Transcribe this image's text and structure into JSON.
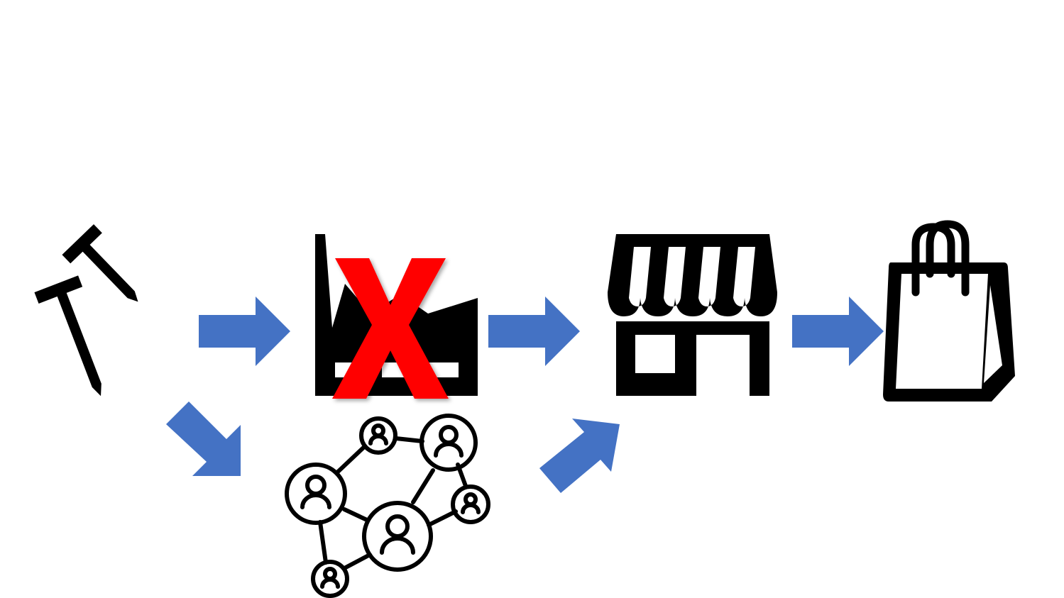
{
  "diagram": {
    "nodes": [
      {
        "id": "nails",
        "icon": "nails-icon"
      },
      {
        "id": "factory",
        "icon": "factory-icon",
        "crossed_out": true,
        "cross_mark": "X"
      },
      {
        "id": "network",
        "icon": "people-network-icon"
      },
      {
        "id": "store",
        "icon": "storefront-icon"
      },
      {
        "id": "bag",
        "icon": "shopping-bag-icon"
      }
    ],
    "edges": [
      {
        "from": "nails",
        "to": "factory"
      },
      {
        "from": "factory",
        "to": "store"
      },
      {
        "from": "store",
        "to": "bag"
      },
      {
        "from": "nails",
        "to": "network"
      },
      {
        "from": "network",
        "to": "store"
      }
    ]
  },
  "colors": {
    "arrow": "#4472C4",
    "icon": "#000000",
    "cross": "#FF0000",
    "background": "#FFFFFF"
  }
}
